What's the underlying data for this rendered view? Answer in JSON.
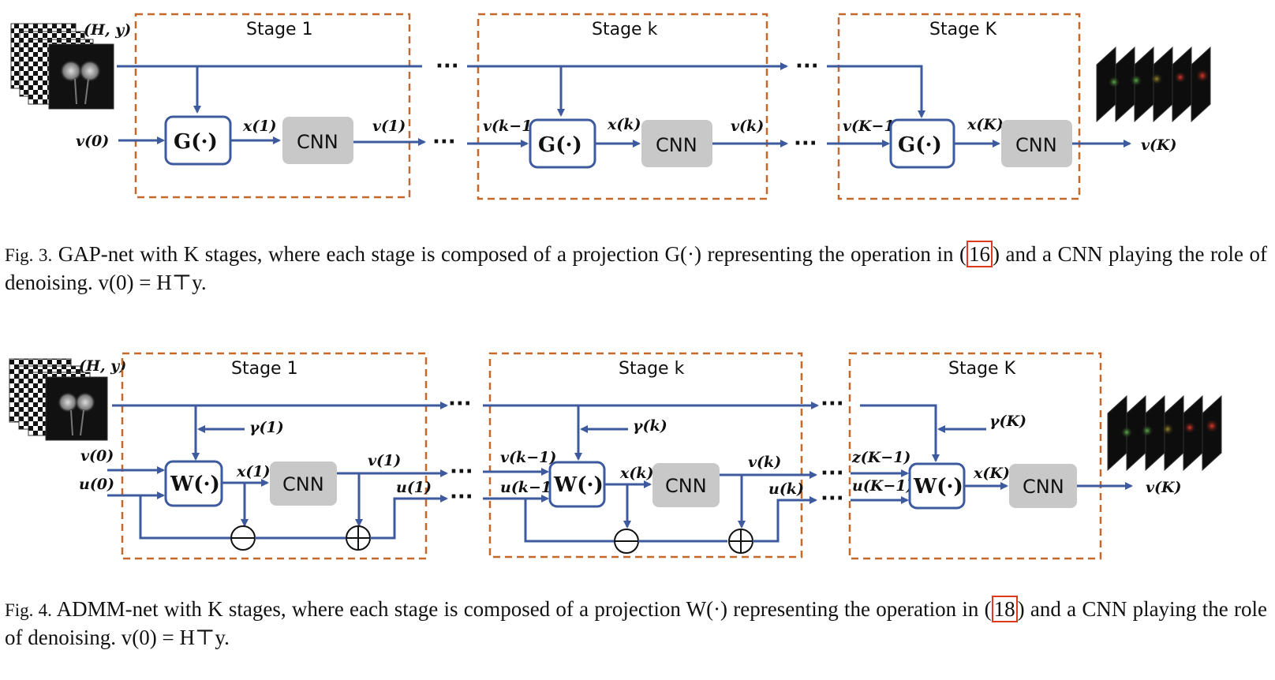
{
  "figure3": {
    "input_label": "(H, y)",
    "stages": [
      {
        "title": "Stage 1",
        "op": "G(·)",
        "cnn": "CNN",
        "in": "v(0)",
        "x": "x(1)",
        "out": "v(1)"
      },
      {
        "title": "Stage k",
        "op": "G(·)",
        "cnn": "CNN",
        "in": "v(k−1)",
        "x": "x(k)",
        "out": "v(k)"
      },
      {
        "title": "Stage K",
        "op": "G(·)",
        "cnn": "CNN",
        "in": "v(K−1)",
        "x": "x(K)",
        "out": "v(K)"
      }
    ],
    "ellipsis": "···",
    "caption": {
      "fig": "Fig. 3.",
      "before_ref": "GAP-net with K stages, where each stage is composed of a projection G(·) representing the operation in (",
      "ref": "16",
      "after_ref": ") and a CNN playing the role of denoising. v(0) = H⊤y."
    }
  },
  "figure4": {
    "input_label": "(H, y)",
    "stages": [
      {
        "title": "Stage 1",
        "op": "W(·)",
        "cnn": "CNN",
        "gamma": "γ(1)",
        "v_in": "v(0)",
        "u_in": "u(0)",
        "x": "x(1)",
        "v_out": "v(1)",
        "u_out": "u(1)"
      },
      {
        "title": "Stage k",
        "op": "W(·)",
        "cnn": "CNN",
        "gamma": "γ(k)",
        "v_in": "v(k−1)",
        "u_in": "u(k−1)",
        "x": "x(k)",
        "v_out": "v(k)",
        "u_out": "u(k)"
      },
      {
        "title": "Stage K",
        "op": "W(·)",
        "cnn": "CNN",
        "gamma": "γ(K)",
        "v_in": "z(K−1)",
        "u_in": "u(K−1)",
        "x": "x(K)",
        "v_out": "v(K)"
      }
    ],
    "ellipsis": "···",
    "caption": {
      "fig": "Fig. 4.",
      "before_ref": "ADMM-net with K stages, where each stage is composed of a projection W(·) representing the operation in (",
      "ref": "18",
      "after_ref": ") and a CNN playing the role of denoising. v(0) = H⊤y."
    }
  }
}
